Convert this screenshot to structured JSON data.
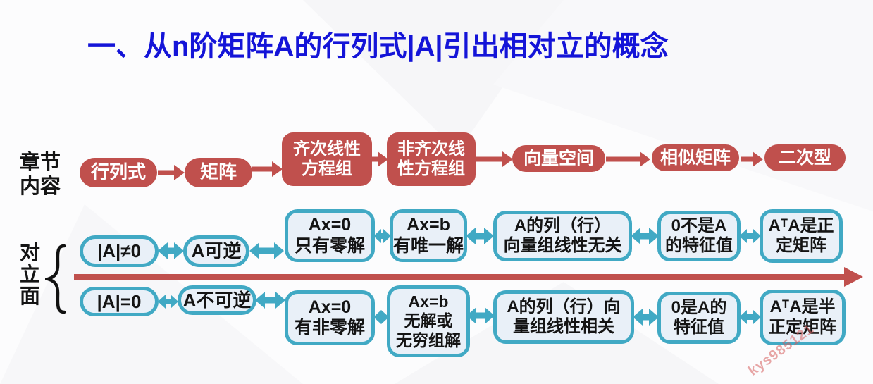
{
  "title": "一、从n阶矩阵A的行列式|A|引出相对立的概念",
  "side_labels": {
    "chapter": "章节\n内容",
    "opposite": "对\n立\n面"
  },
  "chapter_row": {
    "items": [
      {
        "label": "行列式"
      },
      {
        "label": "矩阵"
      },
      {
        "label": "齐次线性\n方程组"
      },
      {
        "label": "非齐次线\n性方程组"
      },
      {
        "label": "向量空间"
      },
      {
        "label": "相似矩阵"
      },
      {
        "label": "二次型"
      }
    ]
  },
  "opposition": {
    "top_row": {
      "items": [
        {
          "label": "|A|≠0"
        },
        {
          "label": "A可逆"
        },
        {
          "label": "Ax=0\n只有零解"
        },
        {
          "label": "Ax=b\n有唯一解"
        },
        {
          "label": "A的列（行）\n向量组线性无关"
        },
        {
          "label": "0不是A\n的特征值"
        },
        {
          "label": "AᵀA是正\n定矩阵"
        }
      ]
    },
    "bottom_row": {
      "items": [
        {
          "label": "|A|=0"
        },
        {
          "label": "A不可逆"
        },
        {
          "label": "Ax=0\n有非零解"
        },
        {
          "label": "Ax=b\n无解或\n无穷组解"
        },
        {
          "label": "A的列（行）向\n量组线性相关"
        },
        {
          "label": "0是A的\n特征值"
        },
        {
          "label": "AᵀA是半\n正定矩阵"
        }
      ]
    }
  },
  "watermark": "kys985121",
  "colors": {
    "title": "#1414d8",
    "chapter_box": "#c0504d",
    "opposition_border": "#41a9c4",
    "opposition_fill": "#e9f0f8",
    "axis_arrow": "#c0504d",
    "watermark": "#d65c5c"
  }
}
